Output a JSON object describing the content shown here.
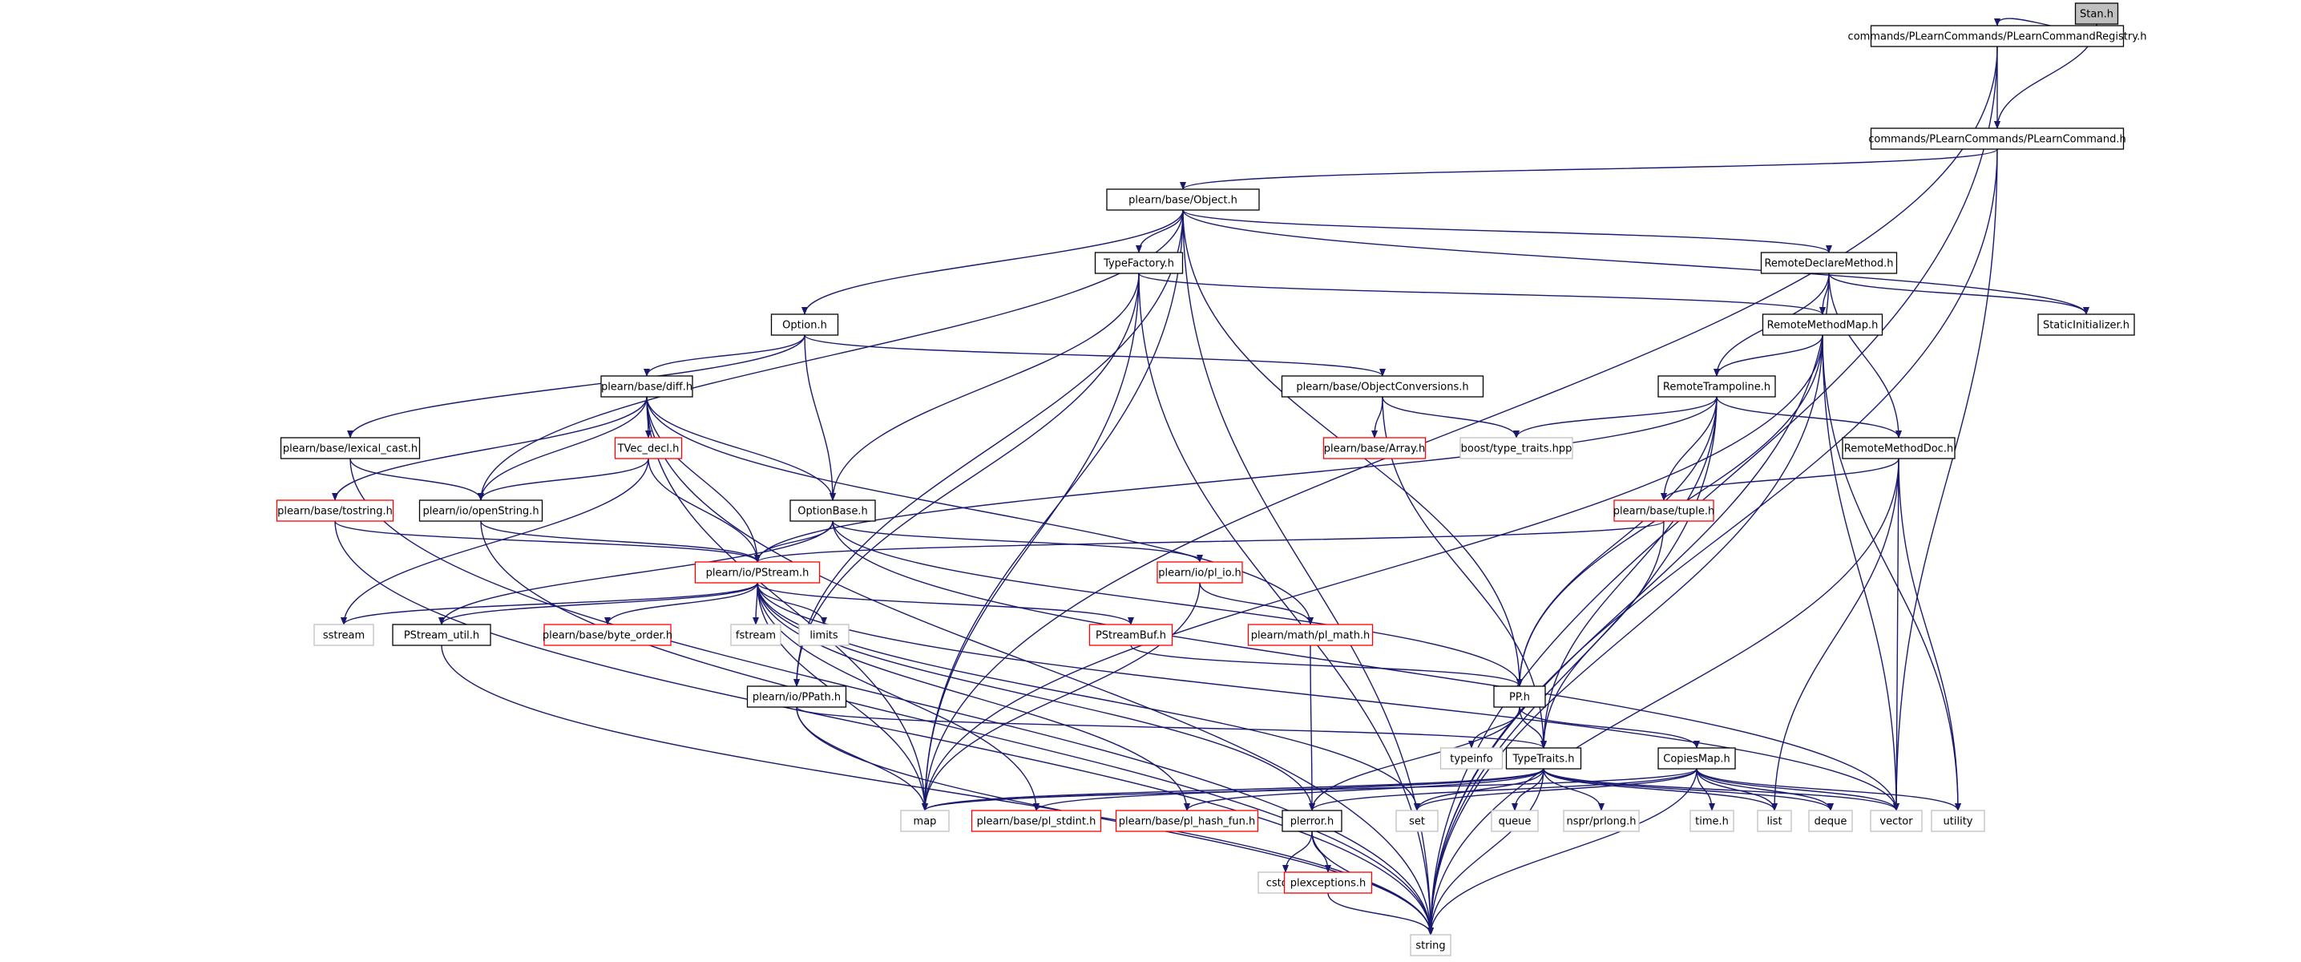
{
  "nodes": [
    {
      "id": "stan",
      "label": "Stan.h",
      "style": "root"
    },
    {
      "id": "reg",
      "label": "commands/PLearnCommands/PLearnCommandRegistry.h",
      "style": "normal"
    },
    {
      "id": "cmd",
      "label": "commands/PLearnCommands/PLearnCommand.h",
      "style": "normal"
    },
    {
      "id": "obj",
      "label": "plearn/base/Object.h",
      "style": "normal"
    },
    {
      "id": "tf",
      "label": "TypeFactory.h",
      "style": "normal"
    },
    {
      "id": "rdm",
      "label": "RemoteDeclareMethod.h",
      "style": "normal"
    },
    {
      "id": "si",
      "label": "StaticInitializer.h",
      "style": "normal"
    },
    {
      "id": "opt",
      "label": "Option.h",
      "style": "normal"
    },
    {
      "id": "rmm",
      "label": "RemoteMethodMap.h",
      "style": "normal"
    },
    {
      "id": "diff",
      "label": "plearn/base/diff.h",
      "style": "normal"
    },
    {
      "id": "oc",
      "label": "plearn/base/ObjectConversions.h",
      "style": "normal"
    },
    {
      "id": "rt",
      "label": "RemoteTrampoline.h",
      "style": "normal"
    },
    {
      "id": "lc",
      "label": "plearn/base/lexical_cast.h",
      "style": "normal"
    },
    {
      "id": "tvec",
      "label": "TVec_decl.h",
      "style": "red"
    },
    {
      "id": "arr",
      "label": "plearn/base/Array.h",
      "style": "red"
    },
    {
      "id": "btt",
      "label": "boost/type_traits.hpp",
      "style": "gray"
    },
    {
      "id": "rmd",
      "label": "RemoteMethodDoc.h",
      "style": "normal"
    },
    {
      "id": "ts",
      "label": "plearn/base/tostring.h",
      "style": "red"
    },
    {
      "id": "os",
      "label": "plearn/io/openString.h",
      "style": "normal"
    },
    {
      "id": "ob",
      "label": "OptionBase.h",
      "style": "normal"
    },
    {
      "id": "tup",
      "label": "plearn/base/tuple.h",
      "style": "red"
    },
    {
      "id": "ps",
      "label": "plearn/io/PStream.h",
      "style": "red"
    },
    {
      "id": "plio",
      "label": "plearn/io/pl_io.h",
      "style": "red"
    },
    {
      "id": "ss",
      "label": "sstream",
      "style": "gray"
    },
    {
      "id": "psu",
      "label": "PStream_util.h",
      "style": "normal"
    },
    {
      "id": "bo",
      "label": "plearn/base/byte_order.h",
      "style": "red"
    },
    {
      "id": "fs",
      "label": "fstream",
      "style": "gray"
    },
    {
      "id": "lim",
      "label": "limits",
      "style": "gray"
    },
    {
      "id": "psb",
      "label": "PStreamBuf.h",
      "style": "red"
    },
    {
      "id": "plm",
      "label": "plearn/math/pl_math.h",
      "style": "red"
    },
    {
      "id": "pp",
      "label": "PP.h",
      "style": "normal"
    },
    {
      "id": "ppath",
      "label": "plearn/io/PPath.h",
      "style": "normal"
    },
    {
      "id": "typeinfo",
      "label": "typeinfo",
      "style": "gray"
    },
    {
      "id": "tt",
      "label": "TypeTraits.h",
      "style": "normal"
    },
    {
      "id": "cm",
      "label": "CopiesMap.h",
      "style": "normal"
    },
    {
      "id": "map",
      "label": "map",
      "style": "gray"
    },
    {
      "id": "stdint",
      "label": "plearn/base/pl_stdint.h",
      "style": "red"
    },
    {
      "id": "hash",
      "label": "plearn/base/pl_hash_fun.h",
      "style": "red"
    },
    {
      "id": "plerr",
      "label": "plerror.h",
      "style": "normal"
    },
    {
      "id": "set",
      "label": "set",
      "style": "gray"
    },
    {
      "id": "queue",
      "label": "queue",
      "style": "gray"
    },
    {
      "id": "nspr",
      "label": "nspr/prlong.h",
      "style": "gray"
    },
    {
      "id": "time",
      "label": "time.h",
      "style": "gray"
    },
    {
      "id": "list",
      "label": "list",
      "style": "gray"
    },
    {
      "id": "deque",
      "label": "deque",
      "style": "gray"
    },
    {
      "id": "vector",
      "label": "vector",
      "style": "gray"
    },
    {
      "id": "util",
      "label": "utility",
      "style": "gray"
    },
    {
      "id": "cstdarg",
      "label": "cstdarg",
      "style": "gray"
    },
    {
      "id": "plexc",
      "label": "plexceptions.h",
      "style": "red"
    },
    {
      "id": "string",
      "label": "string",
      "style": "gray"
    }
  ],
  "edges": [
    [
      "stan",
      "reg"
    ],
    [
      "stan",
      "cmd"
    ],
    [
      "reg",
      "cmd"
    ],
    [
      "reg",
      "map"
    ],
    [
      "reg",
      "string"
    ],
    [
      "cmd",
      "obj"
    ],
    [
      "cmd",
      "vector"
    ],
    [
      "cmd",
      "string"
    ],
    [
      "obj",
      "tf"
    ],
    [
      "obj",
      "rdm"
    ],
    [
      "obj",
      "si"
    ],
    [
      "obj",
      "opt"
    ],
    [
      "obj",
      "os"
    ],
    [
      "obj",
      "ppath"
    ],
    [
      "obj",
      "map"
    ],
    [
      "obj",
      "pp"
    ],
    [
      "obj",
      "string"
    ],
    [
      "tf",
      "rmm"
    ],
    [
      "tf",
      "ob"
    ],
    [
      "tf",
      "ppath"
    ],
    [
      "tf",
      "map"
    ],
    [
      "tf",
      "string"
    ],
    [
      "rdm",
      "rmm"
    ],
    [
      "rdm",
      "rt"
    ],
    [
      "rdm",
      "rmd"
    ],
    [
      "rdm",
      "si"
    ],
    [
      "rdm",
      "string"
    ],
    [
      "opt",
      "diff"
    ],
    [
      "opt",
      "oc"
    ],
    [
      "opt",
      "ob"
    ],
    [
      "opt",
      "lc"
    ],
    [
      "rmm",
      "rt"
    ],
    [
      "rmm",
      "pp"
    ],
    [
      "rmm",
      "map"
    ],
    [
      "rmm",
      "vector"
    ],
    [
      "rmm",
      "util"
    ],
    [
      "rmm",
      "string"
    ],
    [
      "diff",
      "tvec"
    ],
    [
      "diff",
      "ts"
    ],
    [
      "diff",
      "os"
    ],
    [
      "diff",
      "ob"
    ],
    [
      "diff",
      "ps"
    ],
    [
      "diff",
      "plm"
    ],
    [
      "diff",
      "map"
    ],
    [
      "diff",
      "string"
    ],
    [
      "oc",
      "arr"
    ],
    [
      "oc",
      "btt"
    ],
    [
      "oc",
      "tt"
    ],
    [
      "rt",
      "btt"
    ],
    [
      "rt",
      "rmd"
    ],
    [
      "rt",
      "tup"
    ],
    [
      "rt",
      "ps"
    ],
    [
      "rt",
      "pp"
    ],
    [
      "rt",
      "tt"
    ],
    [
      "rt",
      "string"
    ],
    [
      "lc",
      "os"
    ],
    [
      "lc",
      "string"
    ],
    [
      "tvec",
      "os"
    ],
    [
      "tvec",
      "ps"
    ],
    [
      "tvec",
      "ss"
    ],
    [
      "rmd",
      "tup"
    ],
    [
      "rmd",
      "list"
    ],
    [
      "rmd",
      "vector"
    ],
    [
      "rmd",
      "util"
    ],
    [
      "rmd",
      "string"
    ],
    [
      "ts",
      "ps"
    ],
    [
      "ts",
      "string"
    ],
    [
      "os",
      "ps"
    ],
    [
      "os",
      "string"
    ],
    [
      "ob",
      "ps"
    ],
    [
      "ob",
      "psu"
    ],
    [
      "ob",
      "plio"
    ],
    [
      "ob",
      "pp"
    ],
    [
      "ob",
      "vector"
    ],
    [
      "tup",
      "ps"
    ],
    [
      "tup",
      "tt"
    ],
    [
      "ps",
      "ss"
    ],
    [
      "ps",
      "psu"
    ],
    [
      "ps",
      "bo"
    ],
    [
      "ps",
      "fs"
    ],
    [
      "ps",
      "lim"
    ],
    [
      "ps",
      "psb"
    ],
    [
      "ps",
      "map"
    ],
    [
      "ps",
      "stdint"
    ],
    [
      "ps",
      "hash"
    ],
    [
      "ps",
      "plerr"
    ],
    [
      "ps",
      "set"
    ],
    [
      "ps",
      "vector"
    ],
    [
      "plio",
      "plm"
    ],
    [
      "plio",
      "map"
    ],
    [
      "psu",
      "string"
    ],
    [
      "psb",
      "pp"
    ],
    [
      "plm",
      "plerr"
    ],
    [
      "pp",
      "typeinfo"
    ],
    [
      "pp",
      "tt"
    ],
    [
      "pp",
      "cm"
    ],
    [
      "pp",
      "plerr"
    ],
    [
      "ppath",
      "tt"
    ],
    [
      "ppath",
      "map"
    ],
    [
      "ppath",
      "string"
    ],
    [
      "tt",
      "map"
    ],
    [
      "tt",
      "stdint"
    ],
    [
      "tt",
      "hash"
    ],
    [
      "tt",
      "set"
    ],
    [
      "tt",
      "queue"
    ],
    [
      "tt",
      "nspr"
    ],
    [
      "tt",
      "list"
    ],
    [
      "tt",
      "deque"
    ],
    [
      "tt",
      "vector"
    ],
    [
      "tt",
      "string"
    ],
    [
      "cm",
      "map"
    ],
    [
      "cm",
      "plerr"
    ],
    [
      "cm",
      "set"
    ],
    [
      "cm",
      "time"
    ],
    [
      "cm",
      "list"
    ],
    [
      "cm",
      "deque"
    ],
    [
      "cm",
      "vector"
    ],
    [
      "cm",
      "util"
    ],
    [
      "cm",
      "string"
    ],
    [
      "plerr",
      "cstdarg"
    ],
    [
      "plerr",
      "plexc"
    ],
    [
      "plerr",
      "string"
    ],
    [
      "plexc",
      "string"
    ]
  ],
  "colors": {
    "edge": "#191970",
    "normal_border": "#000000",
    "red_border": "#ff0000",
    "gray_border": "#bfbfbf",
    "root_fill": "#bfbfbf",
    "text": "#000000"
  }
}
